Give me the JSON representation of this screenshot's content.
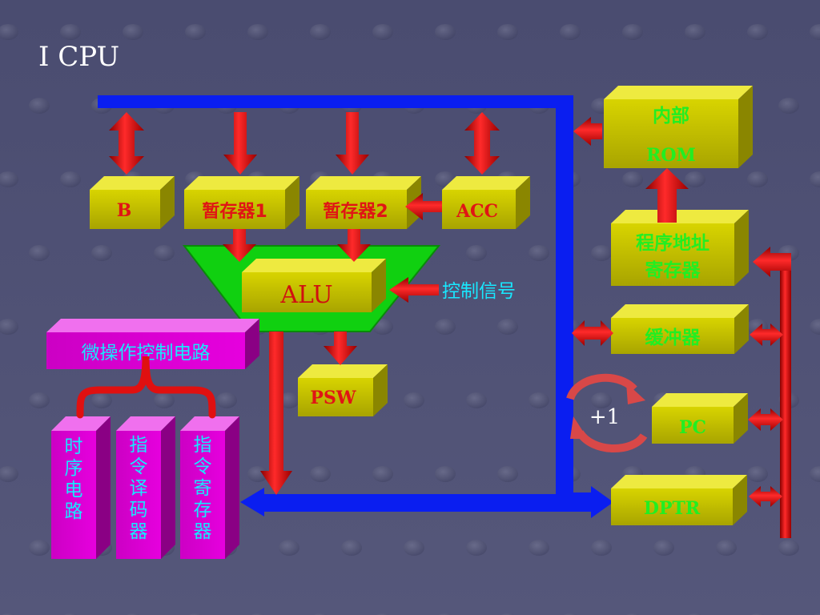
{
  "title": "Ⅰ  CPU",
  "blocks": {
    "b": "B",
    "temp1": "暂存器1",
    "temp2": "暂存器2",
    "acc": "ACC",
    "alu": "ALU",
    "psw": "PSW",
    "rom_line1": "内部",
    "rom_line2": "ROM",
    "pc_addr_line1": "程序地址",
    "pc_addr_line2": "寄存器",
    "buffer": "缓冲器",
    "pc": "PC",
    "dptr": "DPTR",
    "micro_ctrl": "微操作控制电路",
    "timing": [
      "时",
      "序",
      "电",
      "路"
    ],
    "decoder": [
      "指",
      "令",
      "译",
      "码",
      "器"
    ],
    "ir": [
      "指",
      "令",
      "寄",
      "存",
      "器"
    ]
  },
  "labels": {
    "control_signal": "控制信号",
    "plus_one": "+1"
  },
  "colors": {
    "background": "#4f5173",
    "bus": "#0a1ef0",
    "arrow_red": "#e01010",
    "box_yellow": "#c8c400",
    "box_magenta": "#e400d8",
    "alu_green": "#10d010"
  }
}
